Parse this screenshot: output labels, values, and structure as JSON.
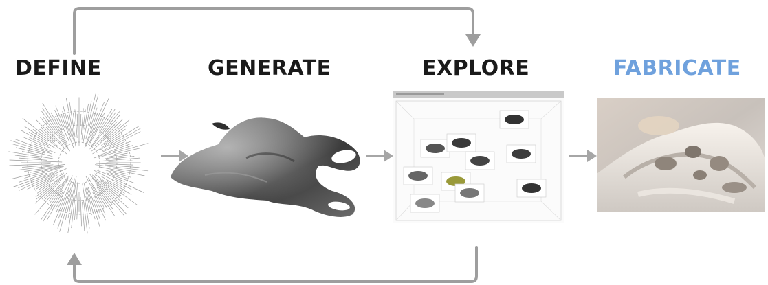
{
  "steps": [
    {
      "label": "DEFINE",
      "visual": "radial-tree-diagram"
    },
    {
      "label": "GENERATE",
      "visual": "generated-3d-form"
    },
    {
      "label": "EXPLORE",
      "visual": "design-space-explorer-screenshot"
    },
    {
      "label": "FABRICATE",
      "visual": "fabricated-object-photo"
    }
  ],
  "colors": {
    "label": "#1a1a1a",
    "fabricate_label": "#6fa1dd",
    "arrow": "#a6a6a6",
    "loop_line": "#9e9e9e"
  }
}
